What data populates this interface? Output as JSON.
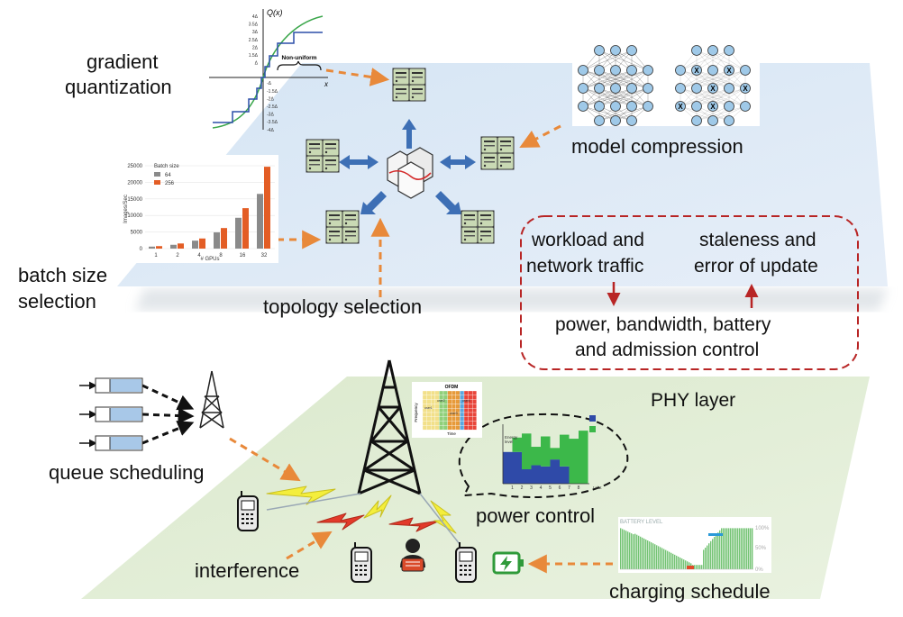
{
  "labels": {
    "gradient_quantization": [
      "gradient",
      "quantization"
    ],
    "model_compression": "model compression",
    "batch_size_selection": [
      "batch size",
      "selection"
    ],
    "topology_selection": "topology selection",
    "workload": [
      "workload and",
      "network traffic"
    ],
    "staleness": [
      "staleness and",
      "error of update"
    ],
    "power_bandwidth": [
      "power, bandwidth, battery",
      "and admission control"
    ],
    "phy_layer": "PHY layer",
    "queue_scheduling": "queue scheduling",
    "power_control": "power control",
    "interference": "interference",
    "charging_schedule": "charging schedule"
  },
  "quant_plot": {
    "y_label": "Q(x)",
    "x_label": "x",
    "brace_label": "Non-uniform",
    "y_ticks": [
      "4Δ",
      "3.5Δ",
      "3Δ",
      "2.5Δ",
      "2Δ",
      "1.5Δ",
      "Δ",
      "-Δ",
      "-1.5Δ",
      "-2Δ",
      "-2.5Δ",
      "-3Δ",
      "-3.5Δ",
      "-4Δ"
    ]
  },
  "batch_chart": {
    "type": "bar",
    "ylabel": "Images/Sec",
    "xlabel": "# GPUs",
    "legend_title": "Batch size",
    "categories": [
      "1",
      "2",
      "4",
      "8",
      "16",
      "32"
    ],
    "ylim": [
      0,
      25000
    ],
    "y_ticks": [
      "25000",
      "20000",
      "15000",
      "10000",
      "5000",
      "0"
    ],
    "series": [
      {
        "name": "64",
        "color": "#8a8a8a",
        "values": [
          600,
          1150,
          2400,
          4900,
          9300,
          16500
        ]
      },
      {
        "name": "256",
        "color": "#e35d25",
        "values": [
          750,
          1550,
          3050,
          6200,
          12200,
          24700
        ]
      }
    ]
  },
  "ofdm": {
    "title": "OFDM",
    "y_label": "Frequency",
    "x_label": "Time",
    "block_labels": [
      "user1",
      "user2",
      "user3",
      "user4"
    ]
  },
  "power_chart": {
    "y_label": [
      "Energy",
      "level"
    ],
    "x_label": "t slot",
    "x_ticks": [
      "1",
      "2",
      "3",
      "4",
      "5",
      "6",
      "7",
      "8"
    ]
  },
  "battery_chart": {
    "title": "BATTERY LEVEL",
    "y_ticks": [
      "100%",
      "50%",
      "0%"
    ]
  },
  "colors": {
    "accent_orange": "#e8893a",
    "arrow_blue": "#3d6fb5",
    "dashed_box_red": "#b82525",
    "top_plane": "#dbe8f4",
    "bottom_plane": "#dfecd3"
  }
}
